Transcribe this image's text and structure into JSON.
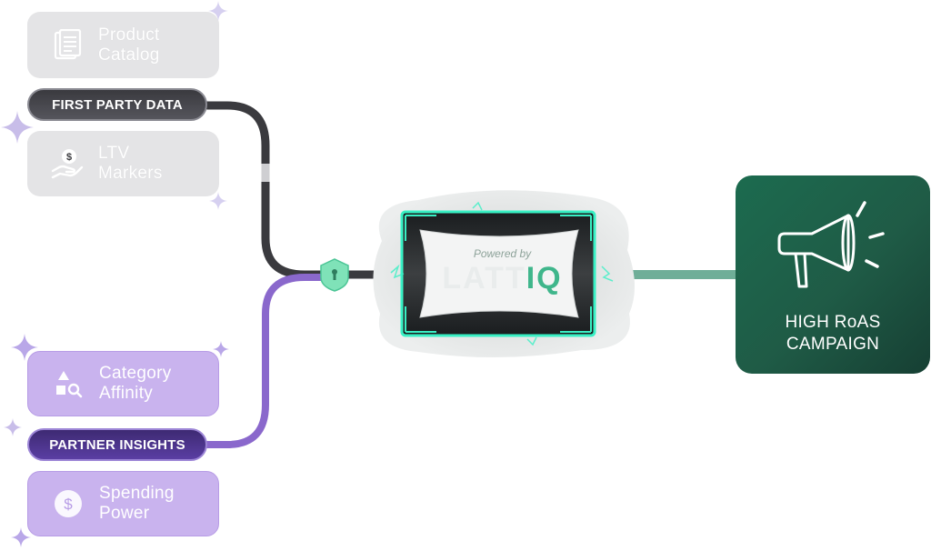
{
  "sources": {
    "first_party": {
      "pill_label": "FIRST PARTY DATA",
      "cards": [
        {
          "label_line1": "Product",
          "label_line2": "Catalog",
          "icon": "catalog-icon"
        },
        {
          "label_line1": "LTV",
          "label_line2": "Markers",
          "icon": "dollar-hand-icon"
        }
      ]
    },
    "partner": {
      "pill_label": "PARTNER INSIGHTS",
      "cards": [
        {
          "label_line1": "Category",
          "label_line2": "Affinity",
          "icon": "shapes-search-icon"
        },
        {
          "label_line1": "Spending",
          "label_line2": "Power",
          "icon": "dollar-coin-icon"
        }
      ]
    }
  },
  "hub": {
    "powered_by": "Powered by",
    "brand_part1": "LATT",
    "brand_part2": "IQ"
  },
  "output": {
    "line1": "HIGH RoAS",
    "line2": "CAMPAIGN",
    "icon": "megaphone-icon"
  },
  "colors": {
    "gray_card": "#e4e4e6",
    "purple_card": "#c9b3ee",
    "dark_pill": "#3a3a3f",
    "violet_pill": "#4a3390",
    "green_panel": "#1c6b4f",
    "glow": "#38f0c4"
  }
}
